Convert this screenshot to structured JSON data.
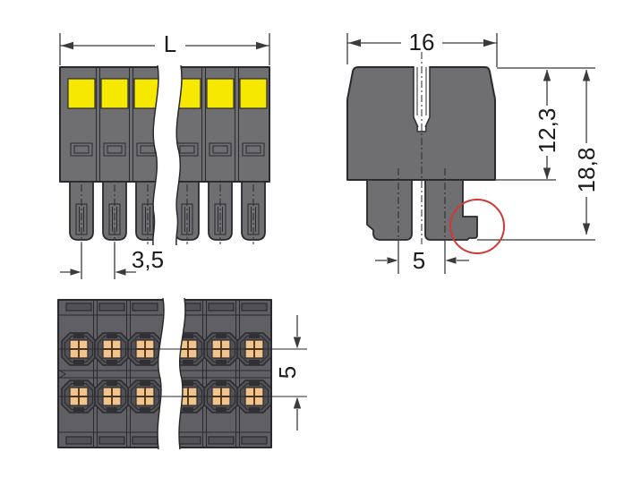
{
  "dimensions": {
    "front_length": "L",
    "front_pitch": "3,5",
    "side_width": "16",
    "side_upper_height": "12,3",
    "side_total_height": "18,8",
    "side_contact_spacing": "5",
    "bottom_row_spacing": "5"
  },
  "colors": {
    "background": "#ffffff",
    "housing": "#6f6f72",
    "housing_dark": "#606064",
    "recess": "#515156",
    "slot_dark": "#2f2f34",
    "outline": "#2a2a2e",
    "dim": "#3b3b3e",
    "text": "#1c1c1e",
    "marker_yellow": "#f7e800",
    "contact_orange": "#f1c38f",
    "contact_grid": "#5f3d12",
    "contact_edge": "#2a2a2e",
    "highlight_red": "#cd3a35"
  }
}
